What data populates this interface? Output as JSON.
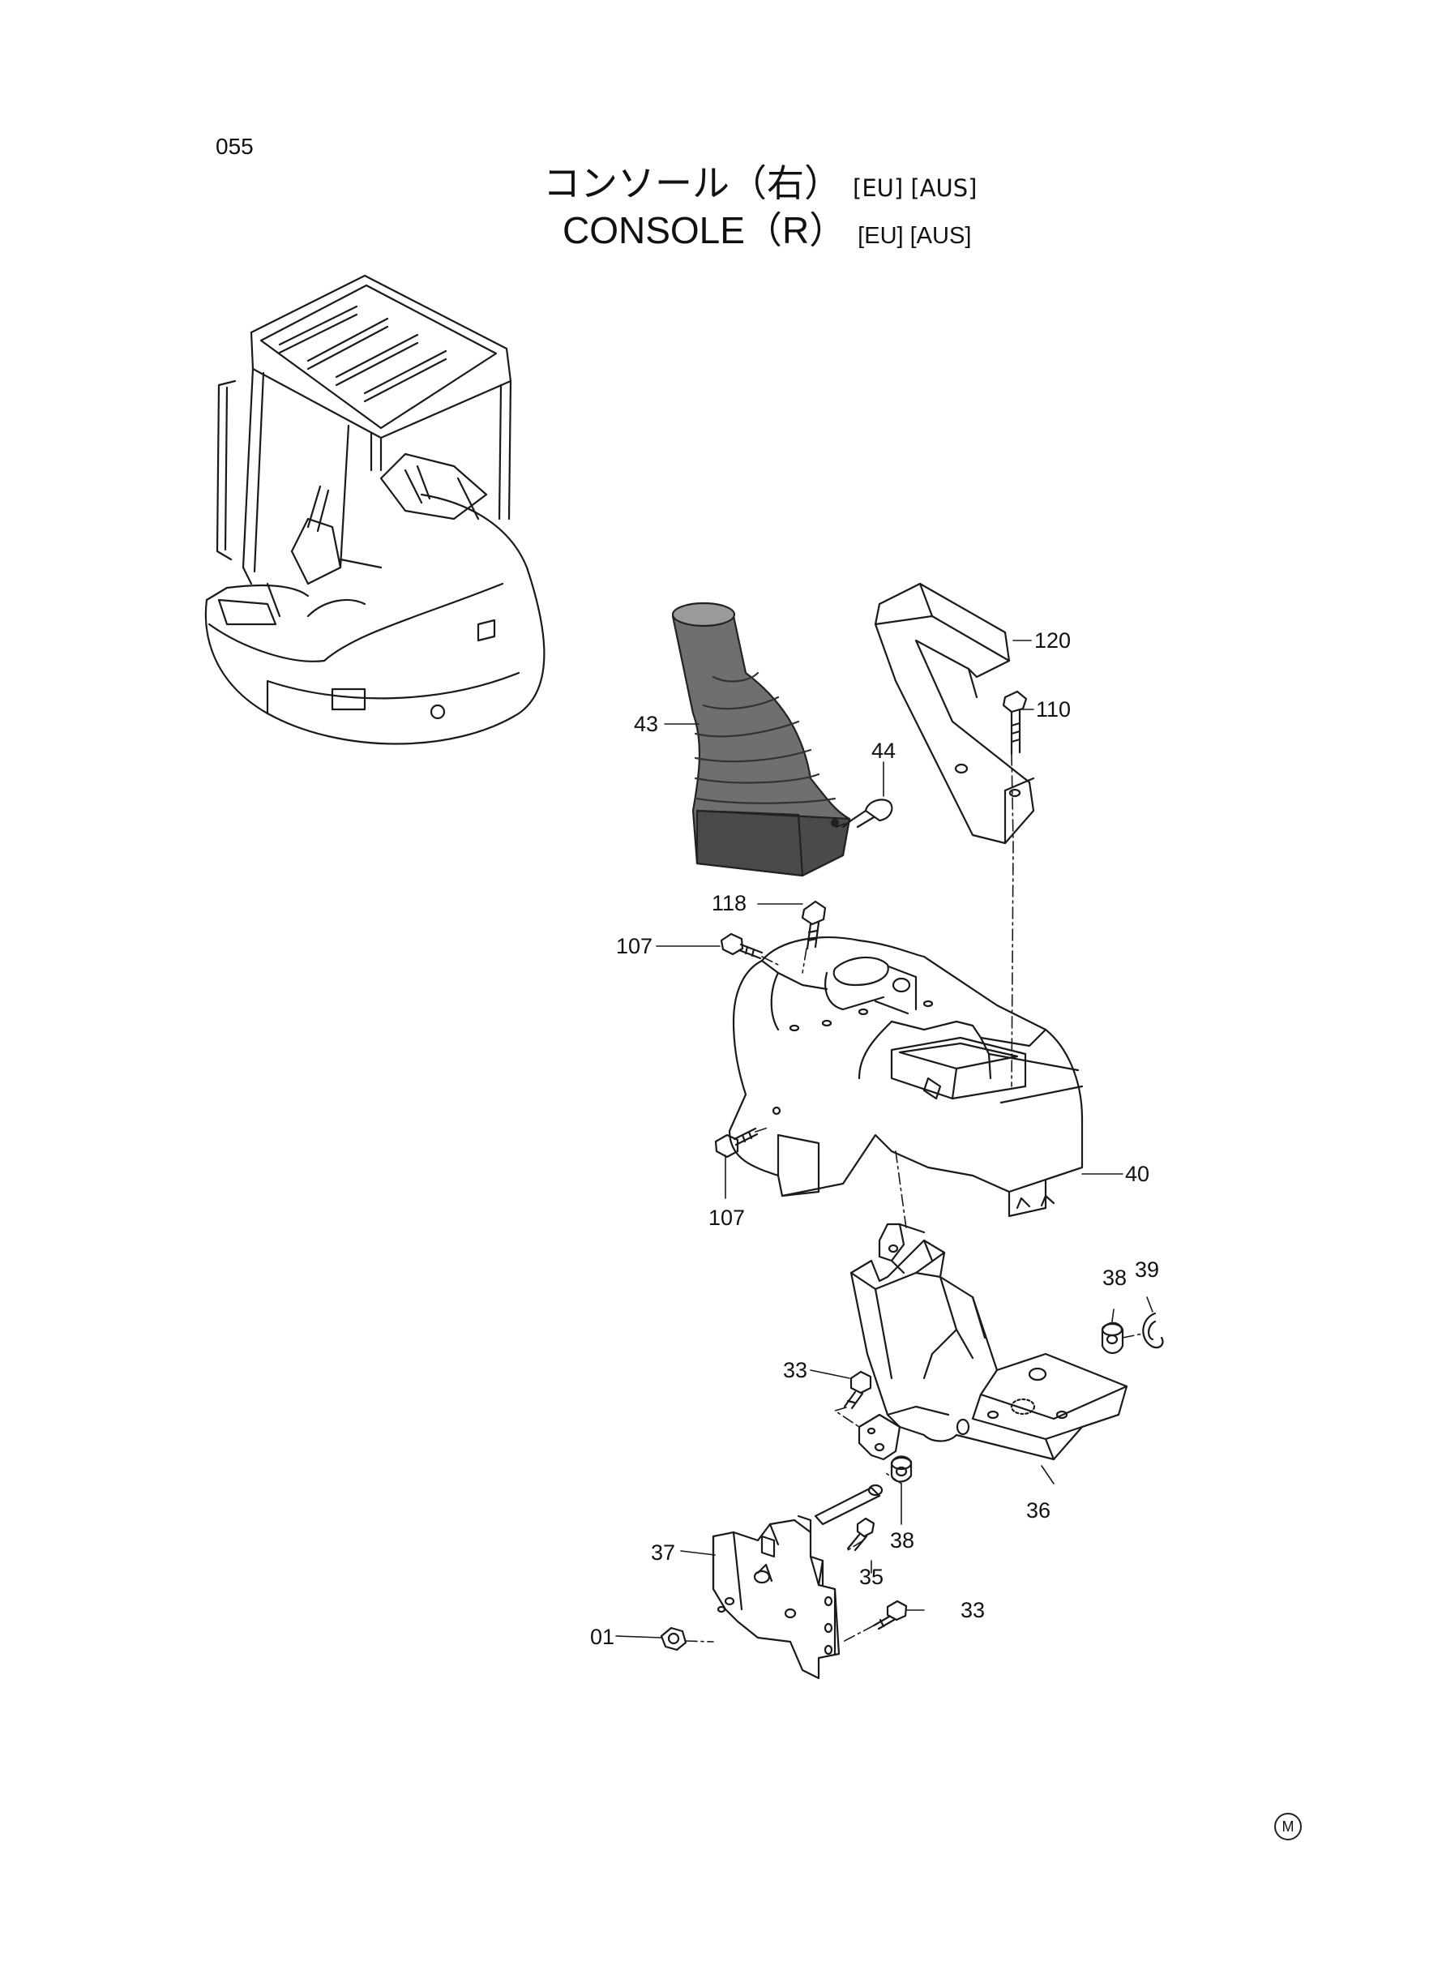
{
  "page": {
    "code": "055",
    "title_jp": "コンソール（右）",
    "title_en": "CONSOLE（R）",
    "market_tags": "[EU] [AUS]",
    "corner_mark": "M"
  },
  "parts": {
    "p120": "120",
    "p110": "110",
    "p43": "43",
    "p44": "44",
    "p118": "118",
    "p107_upper": "107",
    "p107_lower": "107",
    "p40": "40",
    "p38_upper": "38",
    "p39": "39",
    "p33_upper": "33",
    "p36": "36",
    "p38_lower": "38",
    "p37": "37",
    "p35": "35",
    "p33_lower": "33",
    "p01": "01"
  },
  "colors": {
    "line": "#1a1a1a",
    "boot_fill": "#6f6f6f",
    "boot_dark": "#4a4a4a",
    "paper": "#ffffff"
  }
}
